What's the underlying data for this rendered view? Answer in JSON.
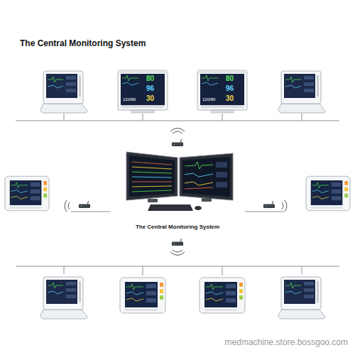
{
  "diagram": {
    "title": "The Central Monitoring System",
    "labels": [
      "80",
      "96",
      "30",
      "120/80",
      "80",
      "96",
      "30",
      "120/80",
      "The Central Monitoring System",
      "medmachine.store.bossgoo.com"
    ]
  }
}
